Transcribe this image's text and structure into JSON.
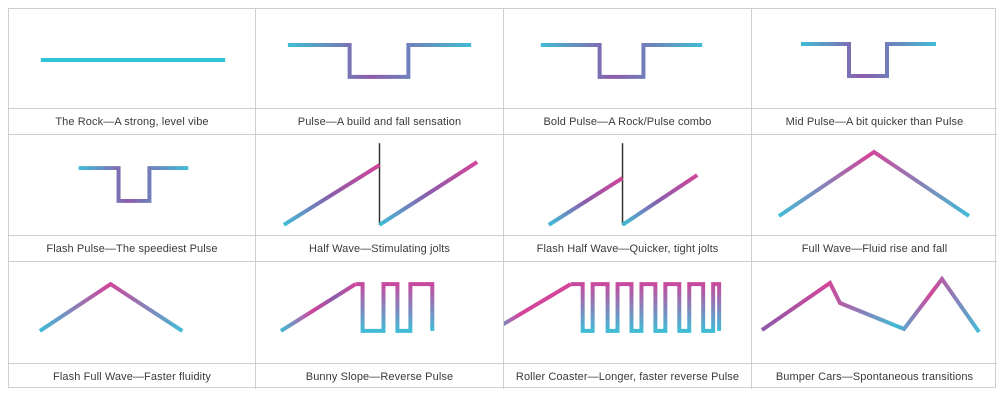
{
  "colors": {
    "flat_line": "#2ec4d6",
    "gradient_cyan": "#41bcd6",
    "gradient_purple": "#8c5cab",
    "gradient_magenta": "#d2459a",
    "divider": "#cfcfcf",
    "caption_text": "#3a3a3a"
  },
  "patterns": [
    {
      "id": "the-rock",
      "caption": "The Rock—A strong, level vibe",
      "icon": "flat-line-icon"
    },
    {
      "id": "pulse",
      "caption": "Pulse—A  build and fall sensation",
      "icon": "wide-pulse-icon"
    },
    {
      "id": "bold-pulse",
      "caption": "Bold Pulse—A Rock/Pulse combo",
      "icon": "pulse-icon"
    },
    {
      "id": "mid-pulse",
      "caption": "Mid Pulse—A bit quicker than Pulse",
      "icon": "narrow-pulse-icon"
    },
    {
      "id": "flash-pulse",
      "caption": "Flash Pulse—The speediest Pulse",
      "icon": "short-pulse-icon"
    },
    {
      "id": "half-wave",
      "caption": "Half Wave—Stimulating jolts",
      "icon": "sawtooth-icon"
    },
    {
      "id": "flash-half-wave",
      "caption": "Flash Half Wave—Quicker, tight jolts",
      "icon": "short-sawtooth-icon"
    },
    {
      "id": "full-wave",
      "caption": "Full Wave—Fluid rise and fall",
      "icon": "triangle-wave-icon"
    },
    {
      "id": "flash-full-wave",
      "caption": "Flash Full Wave—Faster fluidity",
      "icon": "short-triangle-wave-icon"
    },
    {
      "id": "bunny-slope",
      "caption": "Bunny Slope—Reverse Pulse",
      "icon": "ramp-square-wave-icon"
    },
    {
      "id": "roller-coaster",
      "caption": "Roller Coaster—Longer, faster reverse Pulse",
      "icon": "long-ramp-square-wave-icon"
    },
    {
      "id": "bumper-cars",
      "caption": "Bumper Cars—Spontaneous transitions",
      "icon": "zigzag-wave-icon"
    }
  ]
}
